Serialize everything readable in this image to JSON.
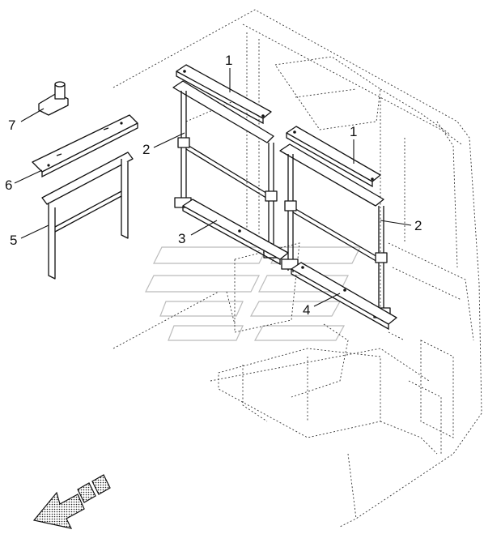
{
  "callouts": [
    {
      "id": "1a",
      "label": "1"
    },
    {
      "id": "1b",
      "label": "1"
    },
    {
      "id": "2a",
      "label": "2"
    },
    {
      "id": "2b",
      "label": "2"
    },
    {
      "id": "3",
      "label": "3"
    },
    {
      "id": "4",
      "label": "4"
    },
    {
      "id": "5",
      "label": "5"
    },
    {
      "id": "6",
      "label": "6"
    },
    {
      "id": "7",
      "label": "7"
    }
  ],
  "direction_icon": "front-direction-arrow-icon",
  "watermark_icon": "logo-watermark-icon"
}
